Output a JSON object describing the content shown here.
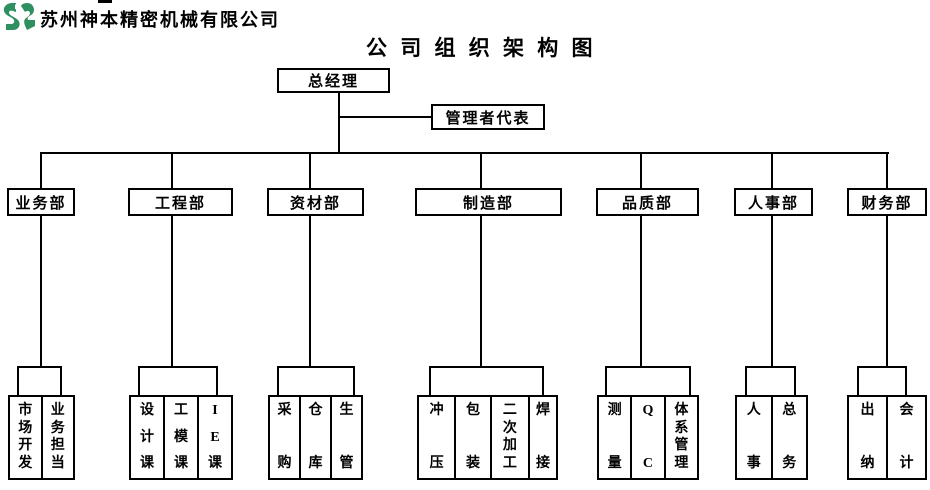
{
  "header": {
    "company_name": "苏州神本精密机械有限公司",
    "title": "公 司 组 织 架 构 图"
  },
  "colors": {
    "logo_green": "#2e9060",
    "line_black": "#000000",
    "background": "#ffffff"
  },
  "chart": {
    "general_manager": "总经理",
    "management_representative": "管理者代表",
    "departments": [
      {
        "name": "业务部",
        "units": [
          "市场开发",
          "业务担当"
        ]
      },
      {
        "name": "工程部",
        "units": [
          "设计课",
          "工模课",
          "IE课"
        ]
      },
      {
        "name": "资材部",
        "units": [
          "采购",
          "仓库",
          "生管"
        ]
      },
      {
        "name": "制造部",
        "units": [
          "冲压",
          "包装",
          "二次加工",
          "焊接"
        ]
      },
      {
        "name": "品质部",
        "units": [
          "测量",
          "QC",
          "体系管理"
        ]
      },
      {
        "name": "人事部",
        "units": [
          "人事",
          "总务"
        ]
      },
      {
        "name": "财务部",
        "units": [
          "出纳",
          "会计"
        ]
      }
    ]
  }
}
